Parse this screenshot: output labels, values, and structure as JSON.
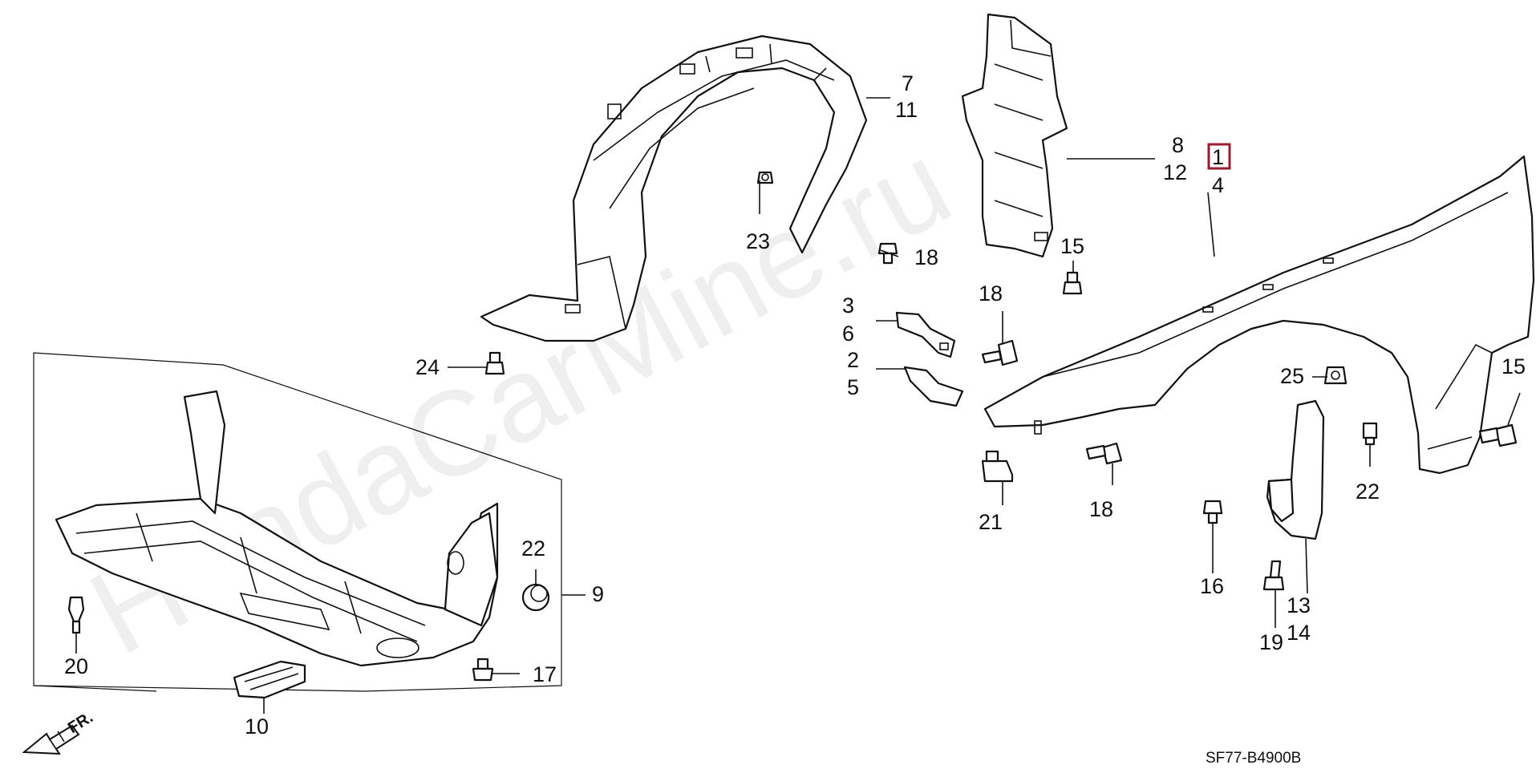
{
  "watermark": "HondaCarMine.ru",
  "diagram_code": "SF77-B4900B",
  "direction_label": "FR.",
  "highlighted_label": "1",
  "callouts": [
    {
      "id": "c1",
      "text": "1"
    },
    {
      "id": "c2",
      "text": "2"
    },
    {
      "id": "c3",
      "text": "3"
    },
    {
      "id": "c4",
      "text": "4"
    },
    {
      "id": "c5",
      "text": "5"
    },
    {
      "id": "c6",
      "text": "6"
    },
    {
      "id": "c7",
      "text": "7"
    },
    {
      "id": "c8",
      "text": "8"
    },
    {
      "id": "c9",
      "text": "9"
    },
    {
      "id": "c10",
      "text": "10"
    },
    {
      "id": "c11",
      "text": "11"
    },
    {
      "id": "c12",
      "text": "12"
    },
    {
      "id": "c13",
      "text": "13"
    },
    {
      "id": "c14",
      "text": "14"
    },
    {
      "id": "c15a",
      "text": "15"
    },
    {
      "id": "c15b",
      "text": "15"
    },
    {
      "id": "c16",
      "text": "16"
    },
    {
      "id": "c17",
      "text": "17"
    },
    {
      "id": "c18a",
      "text": "18"
    },
    {
      "id": "c18b",
      "text": "18"
    },
    {
      "id": "c18c",
      "text": "18"
    },
    {
      "id": "c19",
      "text": "19"
    },
    {
      "id": "c20",
      "text": "20"
    },
    {
      "id": "c21",
      "text": "21"
    },
    {
      "id": "c22a",
      "text": "22"
    },
    {
      "id": "c22b",
      "text": "22"
    },
    {
      "id": "c23",
      "text": "23"
    },
    {
      "id": "c24",
      "text": "24"
    },
    {
      "id": "c25",
      "text": "25"
    }
  ],
  "colors": {
    "line": "#111111",
    "highlight_box": "#9b1b30",
    "background": "#ffffff"
  }
}
